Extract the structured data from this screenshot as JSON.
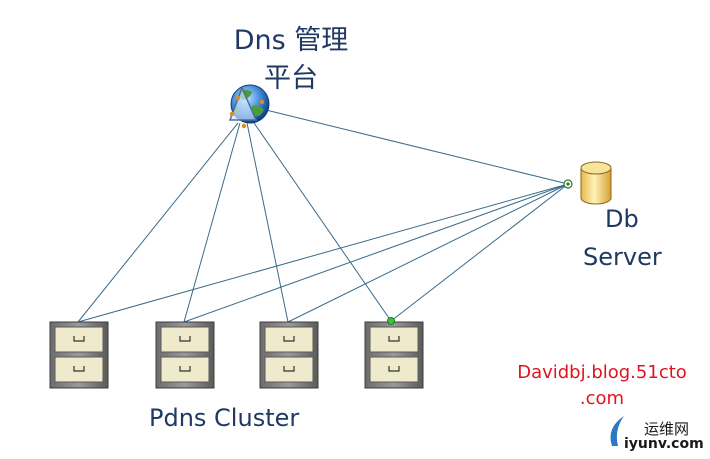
{
  "management": {
    "line1": "Dns 管理",
    "line2": "平台"
  },
  "db_server": {
    "line1": "Db",
    "line2": "Server"
  },
  "cluster_label": "Pdns Cluster",
  "blog": {
    "line1": "Davidbj.blog.51cto",
    "line2": ".com"
  },
  "watermark": {
    "cn": "运维网",
    "url": "iyunv.com"
  },
  "colors": {
    "line": "#3a6b8a",
    "label": "#1f3864",
    "blog": "#e0141e"
  },
  "icons": [
    "globe-icon",
    "database-icon",
    "file-cabinet-icon"
  ]
}
